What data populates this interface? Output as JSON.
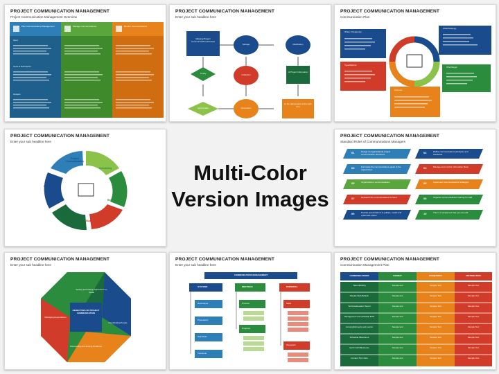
{
  "center_label_line1": "Multi-Color",
  "center_label_line2": "Version Images",
  "slides": [
    {
      "title": "PROJECT COMMUNICATION MANAGEMENT",
      "subtitle": "Project Communication Management Overview",
      "columns": [
        {
          "head": "Plan Communications Management",
          "color": "#2e7fb8"
        },
        {
          "head": "Manage Communications",
          "color": "#5aa53c"
        },
        {
          "head": "Monitor Communications",
          "color": "#e8831c"
        }
      ],
      "sections": [
        "Input",
        "Tools & Techniques",
        "Outputs"
      ]
    },
    {
      "title": "PROJECT COMMUNICATION MANAGEMENT",
      "subtitle": "Enter your sub headline here",
      "nodes": [
        "Merging Project Communications Process",
        "Storage",
        "Distribution",
        "Timely",
        "Collection",
        "of Project Information",
        "Appropriate",
        "Generation",
        "to the right people at the right time"
      ]
    },
    {
      "title": "PROJECT COMMUNICATION MANAGEMENT",
      "subtitle": "Communication Plan",
      "boxes": [
        "When / Frequency:",
        "What/Strategy:",
        "Type/Method",
        "Who/Target:",
        "Purpose:"
      ]
    },
    {
      "title": "PROJECT COMMUNICATION MANAGEMENT",
      "subtitle": "Enter your sub headline here",
      "segments": [
        "Project Communication",
        "Scheduling",
        "Resource",
        "Budget & Cost",
        "Project Quality",
        "Project Risk"
      ]
    },
    {
      "title": "PROJECT COMMUNICATION MANAGEMENT",
      "subtitle": "Standard Roles of Communications Managers",
      "items": [
        {
          "num": "01",
          "text": "Design of organizational project communication structures"
        },
        {
          "num": "02",
          "text": "Define communications principles and standards"
        },
        {
          "num": "03",
          "text": "Formulate the communications goals of the organization"
        },
        {
          "num": "04",
          "text": "Manage and monitor information flows"
        },
        {
          "num": "05",
          "text": "Organization's communications"
        },
        {
          "num": "06",
          "text": "Implement Communications Strategies"
        },
        {
          "num": "07",
          "text": "Research the communications Context"
        },
        {
          "num": "08",
          "text": "Organize communications training for staff"
        },
        {
          "num": "09",
          "text": "Provide presentations to publics, media and cybernetic space"
        },
        {
          "num": "10",
          "text": "This is a sample text that you can edit."
        }
      ]
    },
    {
      "title": "PROJECT COMMUNICATION MANAGEMENT",
      "subtitle": "Enter your sub headline here",
      "center": "OBJECTIVES OF PROJECT COMMUNICATION",
      "petals": [
        "Setting and Getting Agreement on Goals",
        "Coordinating People",
        "Discovering and Solving Problems",
        "Managing Expectations"
      ]
    },
    {
      "title": "PROJECT COMMUNICATION MANAGEMENT",
      "subtitle": "Enter your sub headline here",
      "header": "COMMUNICATION MANAGEMENT",
      "col1": [
        "SYSTEMS",
        "Documents",
        "Procedures",
        "Standards",
        "Functions"
      ],
      "col2": [
        "MEETINGS",
        "Process",
        "Progress"
      ],
      "col3": [
        "PERSONAL",
        "Skills",
        "Interaction"
      ]
    },
    {
      "title": "PROJECT COMMUNICATION MANAGEMENT",
      "subtitle": "Communication Management Plan",
      "headers": [
        "COMMUNICATIONS",
        "FORMAT",
        "FREQUENCY",
        "DISTRIBUTION"
      ],
      "rows": [
        "Team Briefing",
        "Weekly Web Bulletin",
        "Technical/Leader Report",
        "Management and schedule Brief",
        "Accomplishments and events",
        "Schedule Milestones",
        "Earth Call Milestones",
        "Content Tip'n Nets"
      ],
      "cell2": "Sample text",
      "cell3": "Sample Text",
      "cell4": "Sample Text"
    }
  ]
}
